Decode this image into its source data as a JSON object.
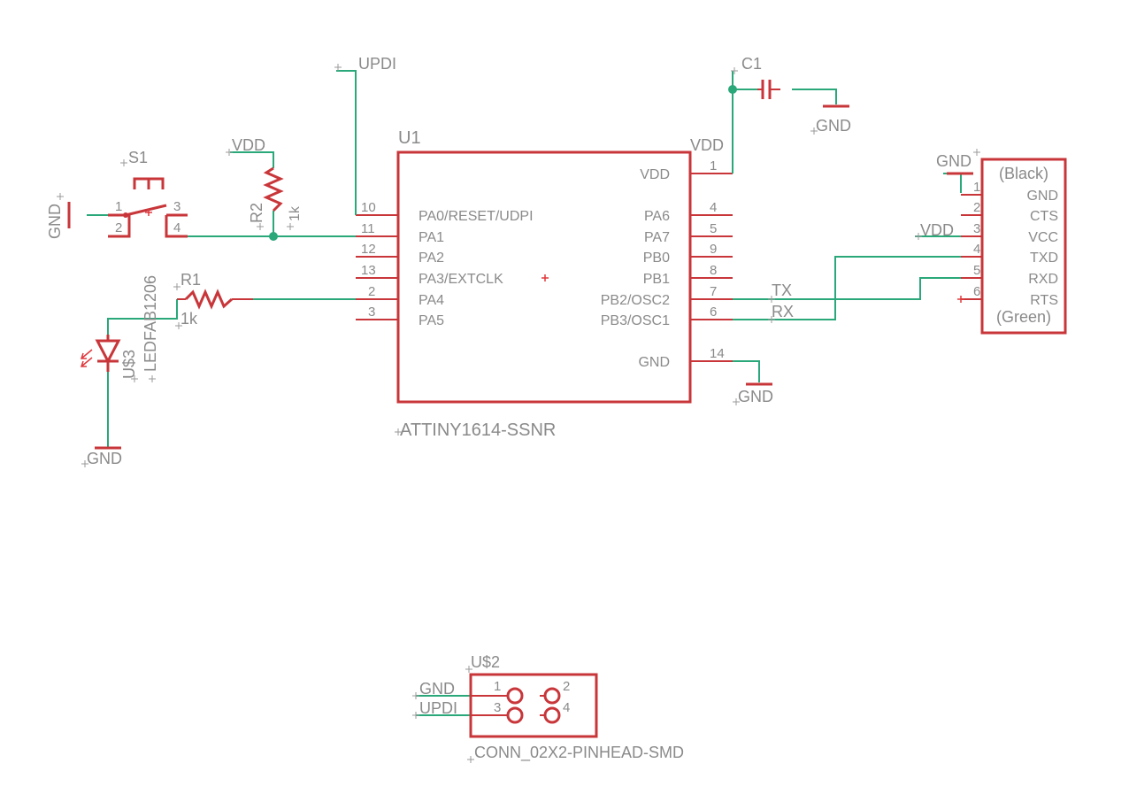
{
  "components": {
    "u1": {
      "ref": "U1",
      "value": "ATTINY1614-SSNR",
      "left_pins": [
        {
          "num": "10",
          "name": "PA0/RESET/UDPI"
        },
        {
          "num": "11",
          "name": "PA1"
        },
        {
          "num": "12",
          "name": "PA2"
        },
        {
          "num": "13",
          "name": "PA3/EXTCLK"
        },
        {
          "num": "2",
          "name": "PA4"
        },
        {
          "num": "3",
          "name": "PA5"
        }
      ],
      "right_pins": [
        {
          "num": "1",
          "name": "VDD"
        },
        {
          "num": "4",
          "name": "PA6"
        },
        {
          "num": "5",
          "name": "PA7"
        },
        {
          "num": "9",
          "name": "PB0"
        },
        {
          "num": "8",
          "name": "PB1"
        },
        {
          "num": "7",
          "name": "PB2/OSC2"
        },
        {
          "num": "6",
          "name": "PB3/OSC1"
        },
        {
          "num": "14",
          "name": "GND"
        }
      ]
    },
    "c1": {
      "ref": "C1"
    },
    "s1": {
      "ref": "S1",
      "pins": [
        "1",
        "2",
        "3",
        "4"
      ]
    },
    "r2": {
      "ref": "R2",
      "value": "1k"
    },
    "r1": {
      "ref": "R1",
      "value": "1k"
    },
    "u3": {
      "ref": "U$3",
      "value": "LEDFAB1206"
    },
    "u2": {
      "ref": "U$2",
      "value": "CONN_02X2-PINHEAD-SMD",
      "pins": [
        "1",
        "2",
        "3",
        "4"
      ]
    },
    "ftdi": {
      "top": "(Black)",
      "bottom": "(Green)",
      "pins": [
        {
          "num": "1",
          "name": "GND"
        },
        {
          "num": "2",
          "name": "CTS"
        },
        {
          "num": "3",
          "name": "VCC"
        },
        {
          "num": "4",
          "name": "TXD"
        },
        {
          "num": "5",
          "name": "RXD"
        },
        {
          "num": "6",
          "name": "RTS"
        }
      ]
    }
  },
  "nets": {
    "updi": "UPDI",
    "vdd": "VDD",
    "gnd": "GND",
    "tx": "TX",
    "rx": "RX"
  }
}
